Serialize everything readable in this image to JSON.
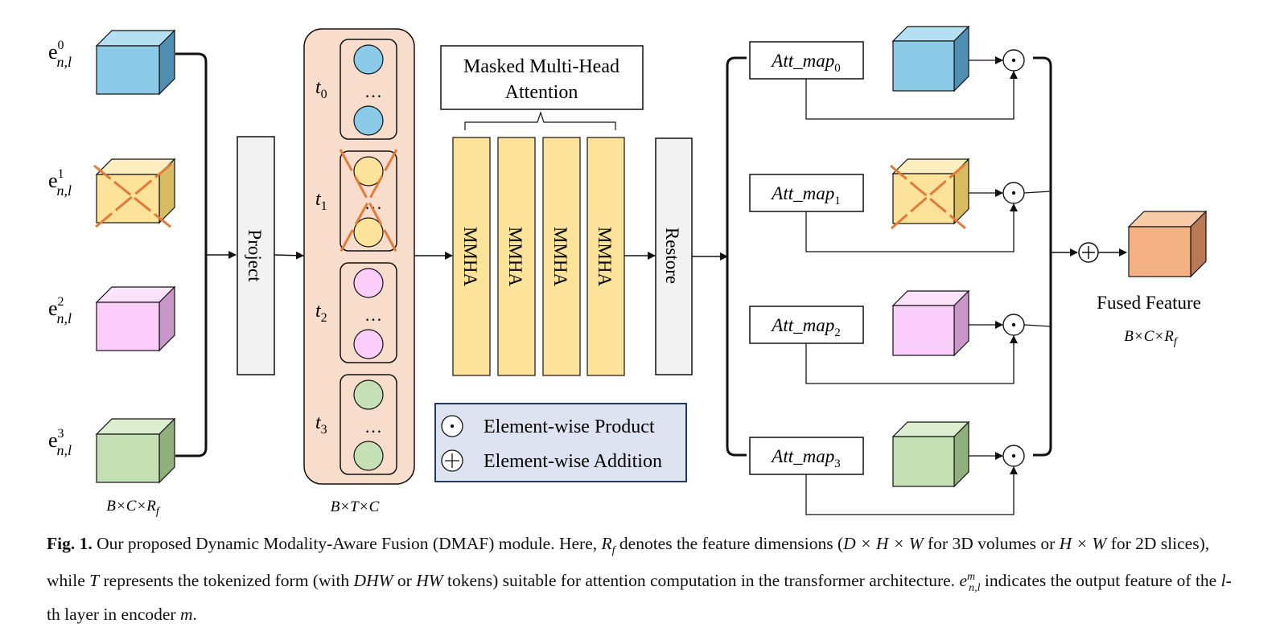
{
  "inputs": [
    {
      "base": "e",
      "sup": "0",
      "sub": "n,l",
      "color": "#8ccbe8",
      "side": "#4f8fb1",
      "top": "#b5dff2",
      "masked": false
    },
    {
      "base": "e",
      "sup": "1",
      "sub": "n,l",
      "color": "#fde39a",
      "side": "#d9bc62",
      "top": "#fdeec0",
      "masked": true
    },
    {
      "base": "e",
      "sup": "2",
      "sub": "n,l",
      "color": "#fbcdfa",
      "side": "#c996c8",
      "top": "#fde2fc",
      "masked": false
    },
    {
      "base": "e",
      "sup": "3",
      "sub": "n,l",
      "color": "#c5e0b4",
      "side": "#8fb07a",
      "top": "#dcedd0",
      "masked": false
    }
  ],
  "input_dims": {
    "pre": "B×C×R",
    "sub": "f"
  },
  "project_label": "Project",
  "tokens": [
    {
      "base": "t",
      "sub": "0",
      "color": "#8ccbe8",
      "dots": "…",
      "masked": false
    },
    {
      "base": "t",
      "sub": "1",
      "color": "#fde39a",
      "dots": "…",
      "masked": true
    },
    {
      "base": "t",
      "sub": "2",
      "color": "#fbcdfa",
      "dots": "…",
      "masked": false
    },
    {
      "base": "t",
      "sub": "3",
      "color": "#c5e0b4",
      "dots": "…",
      "masked": false
    }
  ],
  "token_dims": "B×T×C",
  "mmha_title_line1": "Masked Multi-Head",
  "mmha_title_line2": "Attention",
  "mmha_labels": [
    "MMHA",
    "MMHA",
    "MMHA",
    "MMHA"
  ],
  "restore_label": "Restore",
  "legend": [
    {
      "symbol": "⊙",
      "label": "Element-wise Product"
    },
    {
      "symbol": "⊕",
      "label": "Element-wise Addition"
    }
  ],
  "att_maps": [
    {
      "base": "Att_map",
      "sub": "0"
    },
    {
      "base": "Att_map",
      "sub": "1"
    },
    {
      "base": "Att_map",
      "sub": "2"
    },
    {
      "base": "Att_map",
      "sub": "3"
    }
  ],
  "product_symbol": "⊙",
  "sum_symbol": "⊕",
  "fused_label": "Fused Feature",
  "fused_dims": {
    "pre": "B×C×R",
    "sub": "f"
  },
  "fused_color": "#f4b183",
  "fused_side": "#b97a55",
  "fused_top": "#f8cba9",
  "mask_color": "#e07b39",
  "caption": {
    "fig_label": "Fig. 1.",
    "p1": " Our proposed Dynamic Modality-Aware Fusion (DMAF) module. Here, ",
    "rf_base": "R",
    "rf_sub": "f",
    "p2": " denotes the feature dimensions (",
    "dhw": "D × H × W",
    "p3": " for 3D volumes or ",
    "hw": "H × W",
    "p4": " for 2D slices), while ",
    "t": "T",
    "p5": " represents the tokenized form (with ",
    "dhw2": "DHW",
    "p6": " or ",
    "hw2": "HW",
    "p7": " tokens) suitable for attention computation in the transformer architecture. ",
    "e_base": "e",
    "e_sup": "m",
    "e_sub": "n,l",
    "p8": " indicates the output feature of the ",
    "l": "l",
    "p9": "-th layer in encoder ",
    "m": "m",
    "p10": "."
  }
}
